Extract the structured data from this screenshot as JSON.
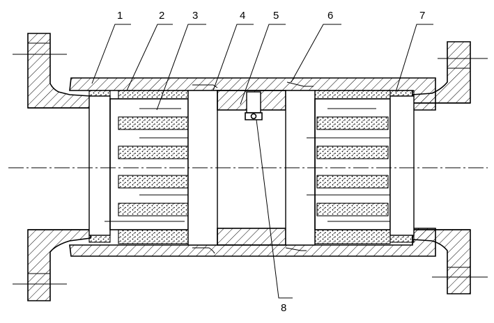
{
  "figure": {
    "part_labels": [
      "1",
      "2",
      "3",
      "4",
      "5",
      "6",
      "7",
      "8"
    ]
  }
}
